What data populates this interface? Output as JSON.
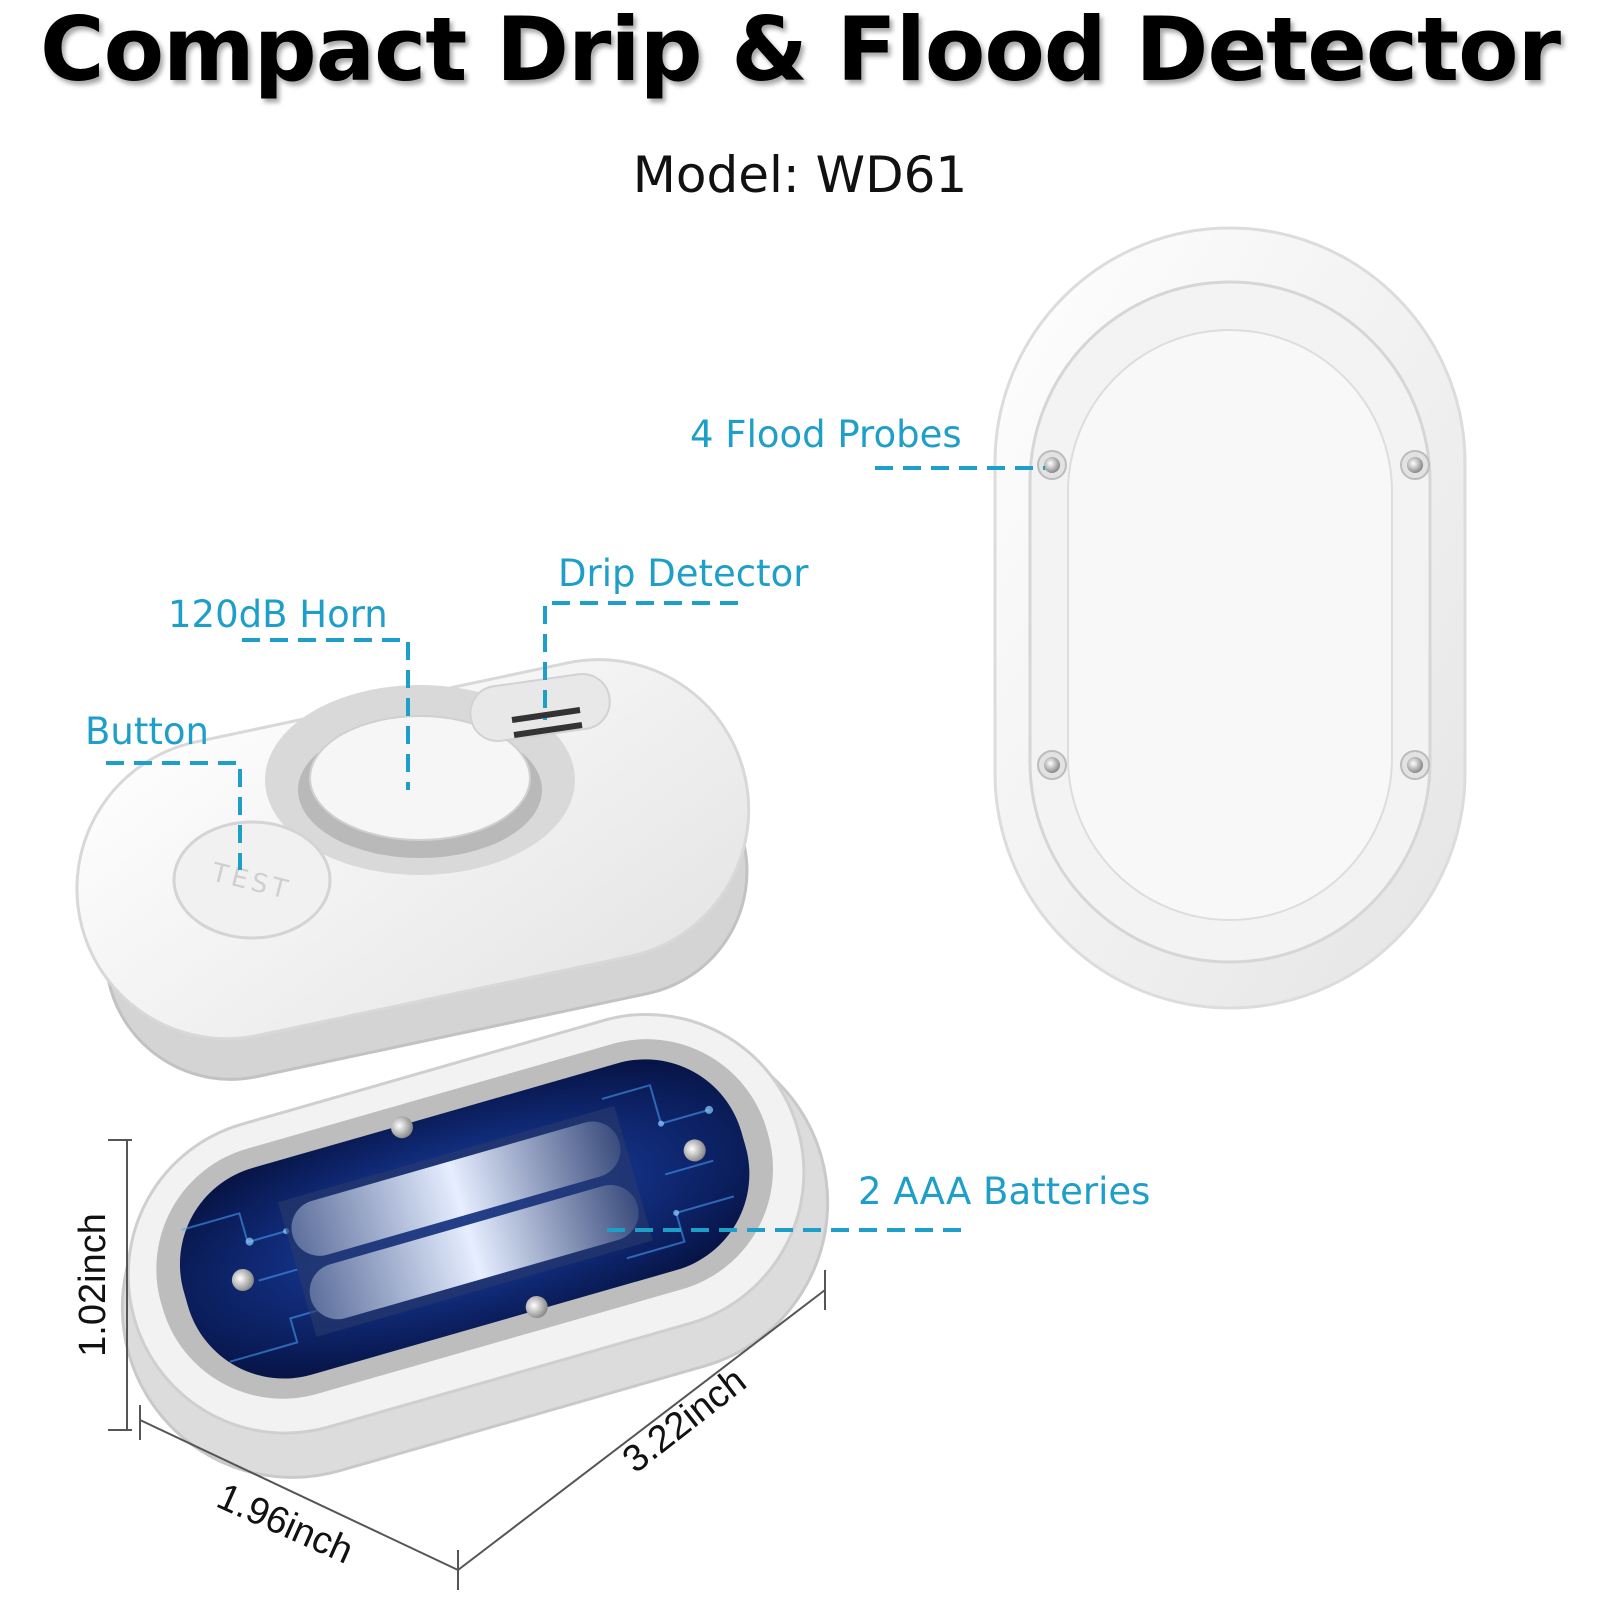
{
  "header": {
    "title": "Compact Drip & Flood Detector",
    "model": "Model: WD61"
  },
  "callouts": {
    "flood_probes": "4 Flood Probes",
    "drip_detector": "Drip Detector",
    "horn": "120dB Horn",
    "button": "Button",
    "batteries": "2 AAA Batteries"
  },
  "device": {
    "test_button_text": "TEST"
  },
  "dimensions": {
    "height": "1.02inch",
    "width": "1.96inch",
    "length": "3.22inch"
  },
  "colors": {
    "accent": "#1e9fc9",
    "device_white": "#f4f4f4",
    "pcb_blue": "#0b1f66"
  }
}
